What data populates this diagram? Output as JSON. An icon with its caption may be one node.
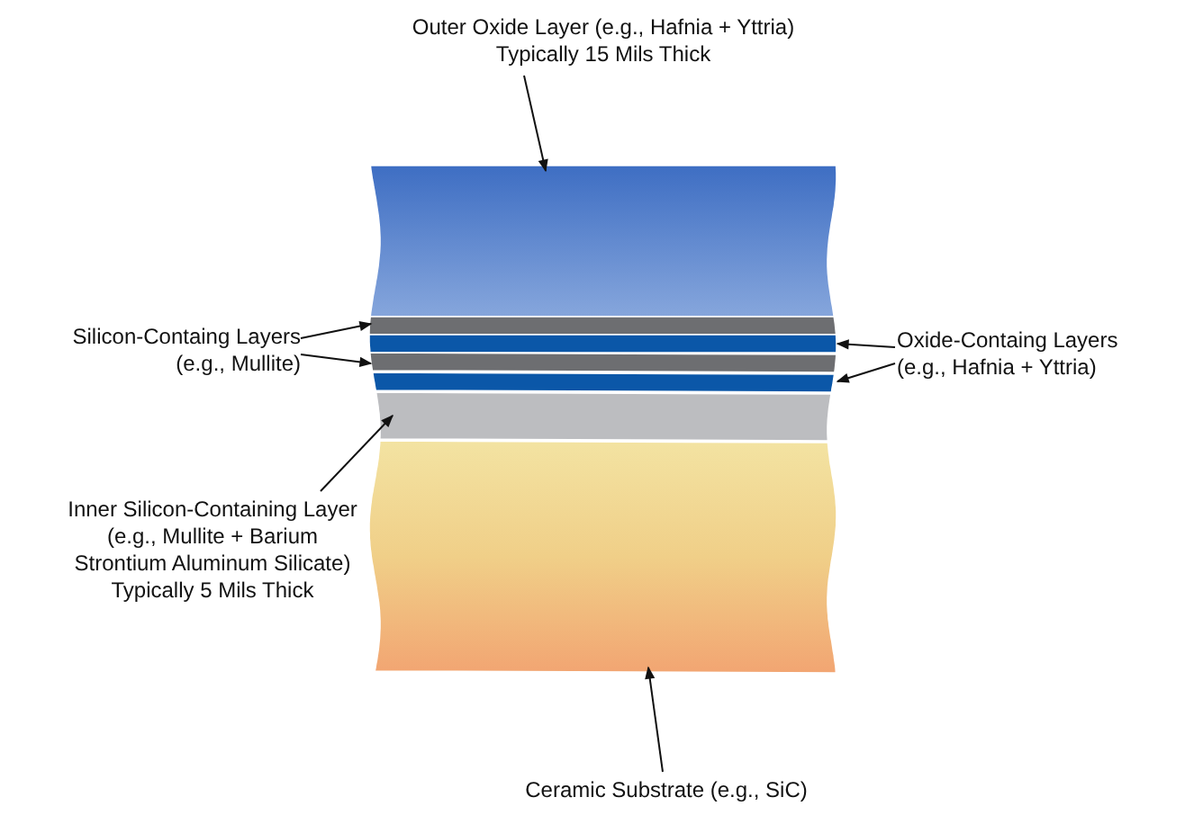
{
  "diagram": {
    "nodes": [
      {
        "text": [
          "Outer Oxide Layer (e.g., Hafnia + Yttria) Typically 15 Mils Thick"
        ]
      },
      {
        "text": [
          "Silicon-Containg Layers (e.g., Mullite)"
        ]
      },
      {
        "text": [
          "Oxide-Containg Layers (e.g., Hafnia + Yttria)"
        ]
      },
      {
        "text": [
          "Inner Silicon-Containing Layer (e.g., Mullite + Barium Strontium Aluminum Silicate) Typically 5 Mils Thick"
        ]
      },
      {
        "text": [
          "Ceramic Substrate (e.g., SiC)"
        ]
      },
      {
        "text": [],
        "shape": "bar"
      },
      {
        "text": [],
        "shape": "bar"
      },
      {
        "text": [],
        "shape": "bar"
      },
      {
        "text": [],
        "shape": "bar"
      },
      {
        "text": [],
        "shape": "bar"
      },
      {
        "text": [],
        "shape": "bar"
      },
      {
        "text": [],
        "shape": "bar"
      }
    ],
    "edges": [
      {
        "from": 0,
        "to": 5,
        "arrow": "to"
      },
      {
        "from": 1,
        "to": 6,
        "arrow": "to"
      },
      {
        "from": 1,
        "to": 8,
        "arrow": "to"
      },
      {
        "from": 2,
        "to": 7,
        "arrow": "to"
      },
      {
        "from": 2,
        "to": 9,
        "arrow": "to"
      },
      {
        "from": 3,
        "to": 10,
        "arrow": "to"
      },
      {
        "from": 4,
        "to": 11,
        "arrow": "to"
      }
    ]
  }
}
